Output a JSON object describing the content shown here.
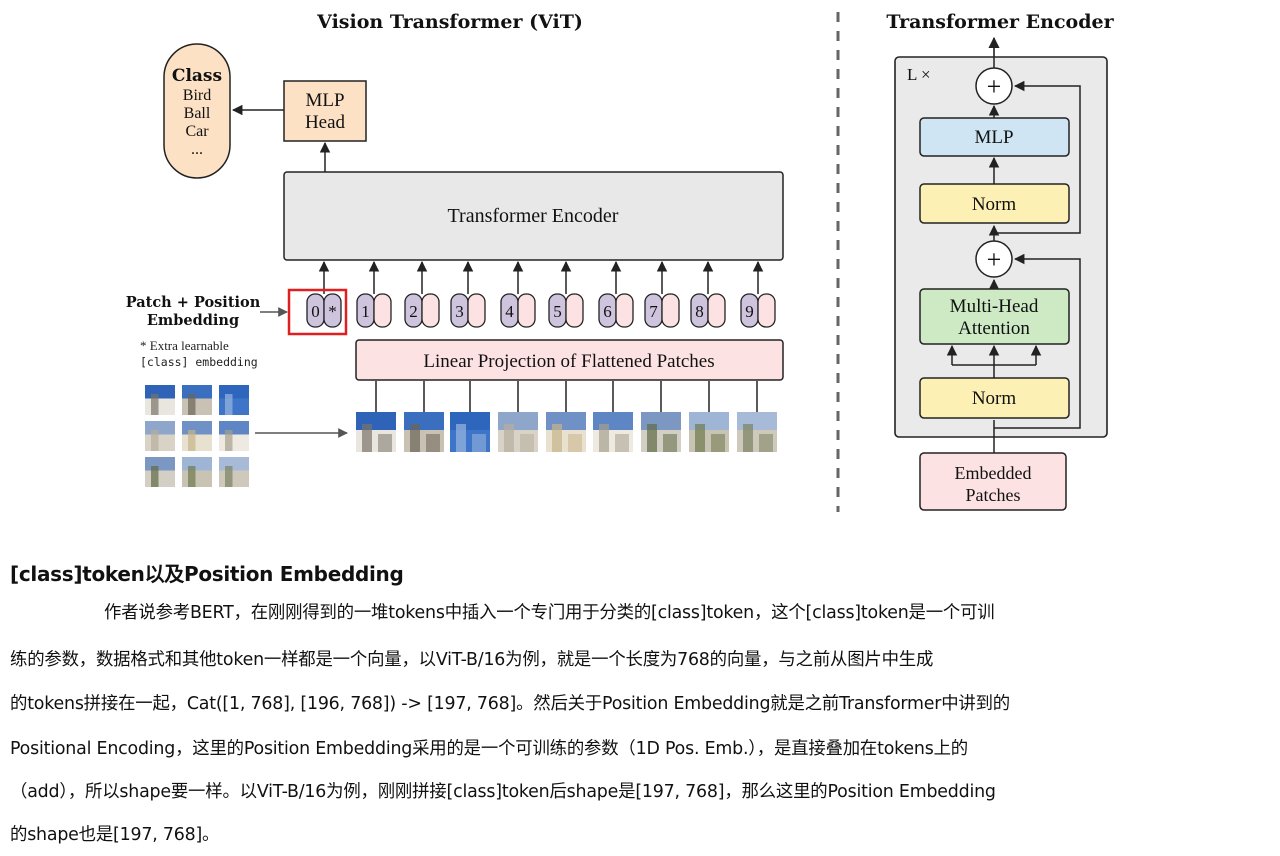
{
  "vit": {
    "title": "Vision Transformer (ViT)",
    "class_box": {
      "heading": "Class",
      "items": [
        "Bird",
        "Ball",
        "Car",
        "..."
      ]
    },
    "mlp_head": [
      "MLP",
      "Head"
    ],
    "encoder_label": "Transformer Encoder",
    "patch_position_label": [
      "Patch + Position",
      "Embedding"
    ],
    "extra_note": [
      "* Extra learnable",
      "[class] embedding"
    ],
    "linear_projection": "Linear Projection of Flattened Patches",
    "class_token": {
      "index": "0",
      "mark": "*"
    },
    "token_indices": [
      "1",
      "2",
      "3",
      "4",
      "5",
      "6",
      "7",
      "8",
      "9"
    ],
    "colors": {
      "gray_box": "#e8e8e8",
      "peach": "#fde1c4",
      "pink": "#fde2e4",
      "purple": "#cfc4dd",
      "highlight": "#e02020"
    }
  },
  "encoder_detail": {
    "title": "Transformer Encoder",
    "repeat_label": "L ×",
    "mlp": "MLP",
    "norm_top": "Norm",
    "plus": "+",
    "attention": [
      "Multi-Head",
      "Attention"
    ],
    "norm_bottom": "Norm",
    "embedded_patches": [
      "Embedded",
      "Patches"
    ],
    "colors": {
      "mlp": "#cfe5f4",
      "norm": "#fdf0b5",
      "attention": "#cdeac5",
      "embedded": "#fde2e4",
      "panel": "#eaeaea"
    }
  },
  "article": {
    "heading": "[class]token以及Position Embedding",
    "lines": [
      "作者说参考BERT，在刚刚得到的一堆tokens中插入一个专门用于分类的[class]token，这个[class]token是一个可训",
      "练的参数，数据格式和其他token一样都是一个向量，以ViT-B/16为例，就是一个长度为768的向量，与之前从图片中生成",
      "的tokens拼接在一起，Cat([1, 768], [196, 768]) -> [197, 768]。然后关于Position Embedding就是之前Transformer中讲到的",
      "Positional Encoding，这里的Position Embedding采用的是一个可训练的参数（1D Pos. Emb.），是直接叠加在tokens上的",
      "（add），所以shape要一样。以ViT-B/16为例，刚刚拼接[class]token后shape是[197, 768]，那么这里的Position Embedding",
      "的shape也是[197, 768]。"
    ]
  }
}
